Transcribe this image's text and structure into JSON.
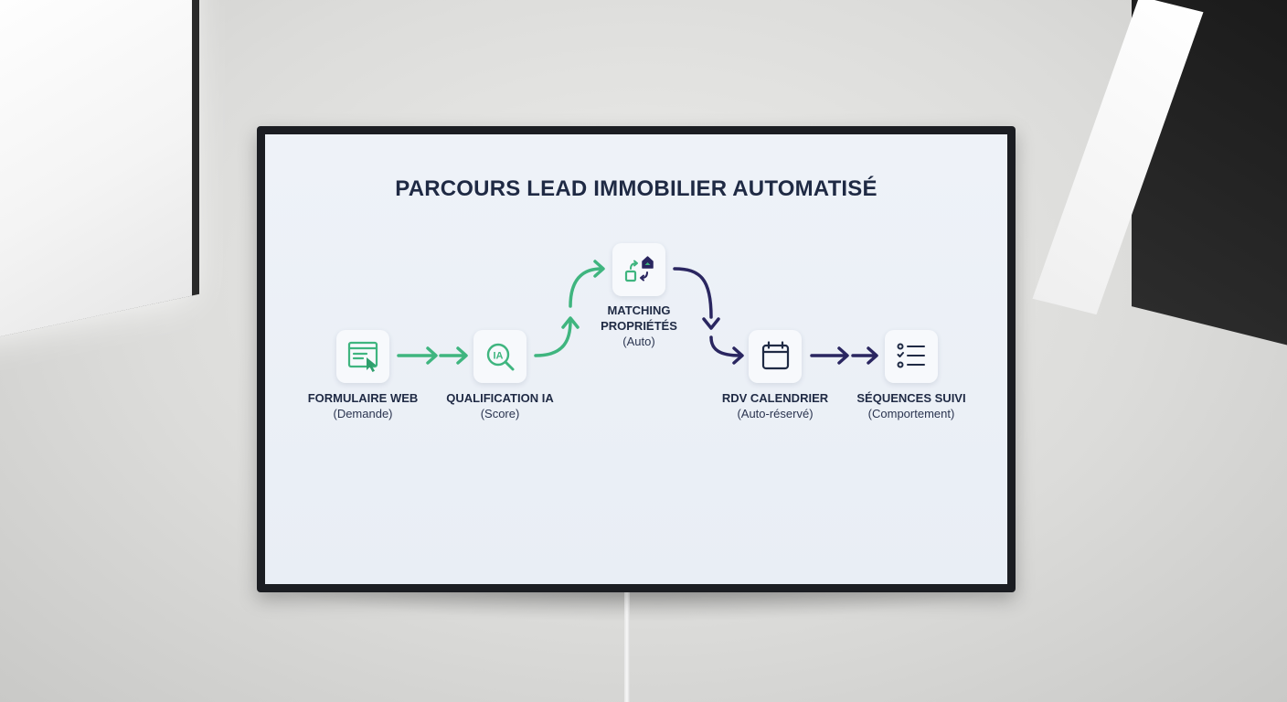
{
  "diagram": {
    "title": "PARCOURS LEAD IMMOBILIER AUTOMATISÉ",
    "colors": {
      "green": "#3fb57f",
      "navy": "#2a2660",
      "text": "#1f2a44"
    },
    "steps": [
      {
        "name": "FORMULAIRE WEB",
        "sub": "(Demande)",
        "icon": "web-form-icon"
      },
      {
        "name": "QUALIFICATION IA",
        "sub": "(Score)",
        "icon": "ai-search-icon"
      },
      {
        "name_line1": "MATCHING",
        "name_line2": "PROPRIÉTÉS",
        "sub": "(Auto)",
        "icon": "property-matching-icon"
      },
      {
        "name": "RDV CALENDRIER",
        "sub": "(Auto-réservé)",
        "icon": "calendar-icon"
      },
      {
        "name": "SÉQUENCES SUIVI",
        "sub": "(Comportement)",
        "icon": "checklist-icon"
      }
    ],
    "icon_text": {
      "ia": "IA"
    }
  }
}
